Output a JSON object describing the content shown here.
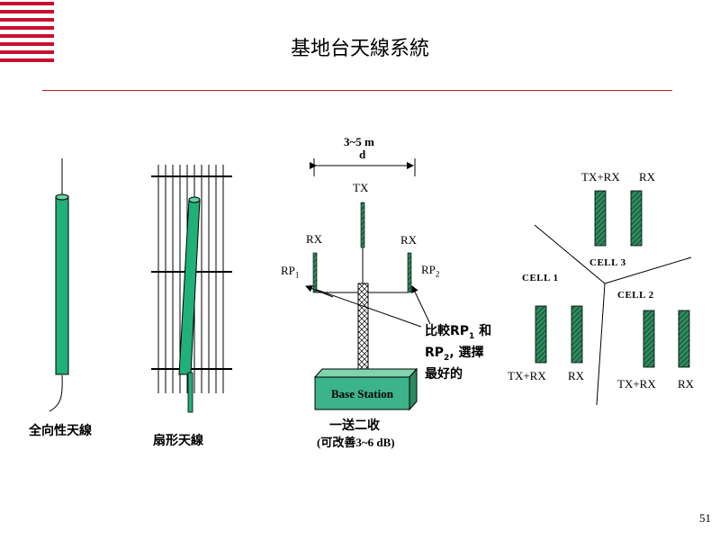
{
  "title": "基地台天線系統",
  "page_number": "51",
  "omni": {
    "label": "全向性天線"
  },
  "sector": {
    "label": "扇形天線"
  },
  "diversity": {
    "spacing_top": "3~5 m",
    "spacing_bottom": "d",
    "tx": "TX",
    "rx_left": "RX",
    "rx_right": "RX",
    "rp1_base": "RP",
    "rp1_sub": "1",
    "rp2_base": "RP",
    "rp2_sub": "2",
    "compare_line1_a": "比較RP",
    "compare_line1_sub": "1",
    "compare_line1_b": " 和",
    "compare_line2_a": "RP",
    "compare_line2_sub": "2",
    "compare_line2_b": ", 選擇",
    "compare_line3": "最好的",
    "base_station": "Base Station",
    "caption_line1": "一送二收",
    "caption_line2": "(可改善3~6 dB)"
  },
  "cells": {
    "cell1": "CELL 1",
    "cell2": "CELL 2",
    "cell3": "CELL 3",
    "cell3_txrx": "TX+RX",
    "cell3_rx": "RX",
    "cell1_txrx": "TX+RX",
    "cell1_rx": "RX",
    "cell2_txrx": "TX+RX",
    "cell2_rx": "RX"
  },
  "colors": {
    "accent_red": "#c8102e",
    "antenna_green": "#20b07a",
    "base_green": "#3cb38a",
    "hatch_green": "#1f6e4a"
  }
}
